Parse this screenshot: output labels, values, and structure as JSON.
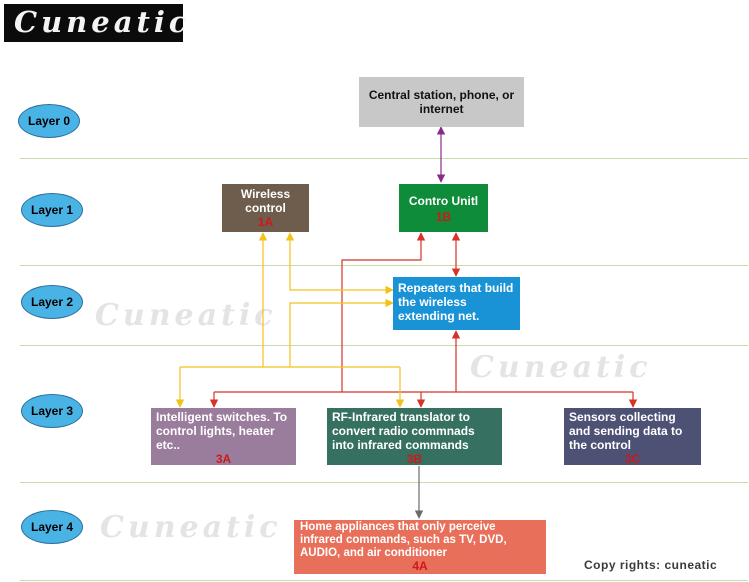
{
  "logo": {
    "text": "Cuneatic"
  },
  "watermarks": [
    "Cuneatic",
    "Cuneatic",
    "Cuneatic"
  ],
  "layers": [
    "Layer 0",
    "Layer 1",
    "Layer 2",
    "Layer 3",
    "Layer 4"
  ],
  "nodes": {
    "central": {
      "text": "Central station, phone, or internet",
      "color": "#c8c8c8"
    },
    "wireless": {
      "text": "Wireless control",
      "tag": "1A",
      "color": "#6e5d4c"
    },
    "control_unit": {
      "text": "Contro Unitl",
      "tag": "1B",
      "color": "#0e8c3a"
    },
    "repeaters": {
      "text": "Repeaters that build the wireless extending net.",
      "color": "#1a93d6"
    },
    "switches": {
      "text": "Intelligent switches. To control lights, heater etc..",
      "tag": "3A",
      "color": "#9a7d9c"
    },
    "rf_translator": {
      "text": "RF-Infrared translator to convert radio commnads into infrared commands",
      "tag": "3B",
      "color": "#357060"
    },
    "sensors": {
      "text": "Sensors collecting and sending data to the control",
      "tag": "3C",
      "color": "#4d5275"
    },
    "appliances": {
      "text": "Home appliances that only perceive infrared commands, such as TV, DVD, AUDIO, and air conditioner",
      "tag": "4A",
      "color": "#e86f5a"
    }
  },
  "colors": {
    "yellow_link": "#f2c21b",
    "red_link": "#d83228",
    "purple_link": "#8a2a8a",
    "gray_link": "#6a6a6a",
    "divider": "#c6dea6"
  },
  "copyright": "Copy rights:  cuneatic"
}
